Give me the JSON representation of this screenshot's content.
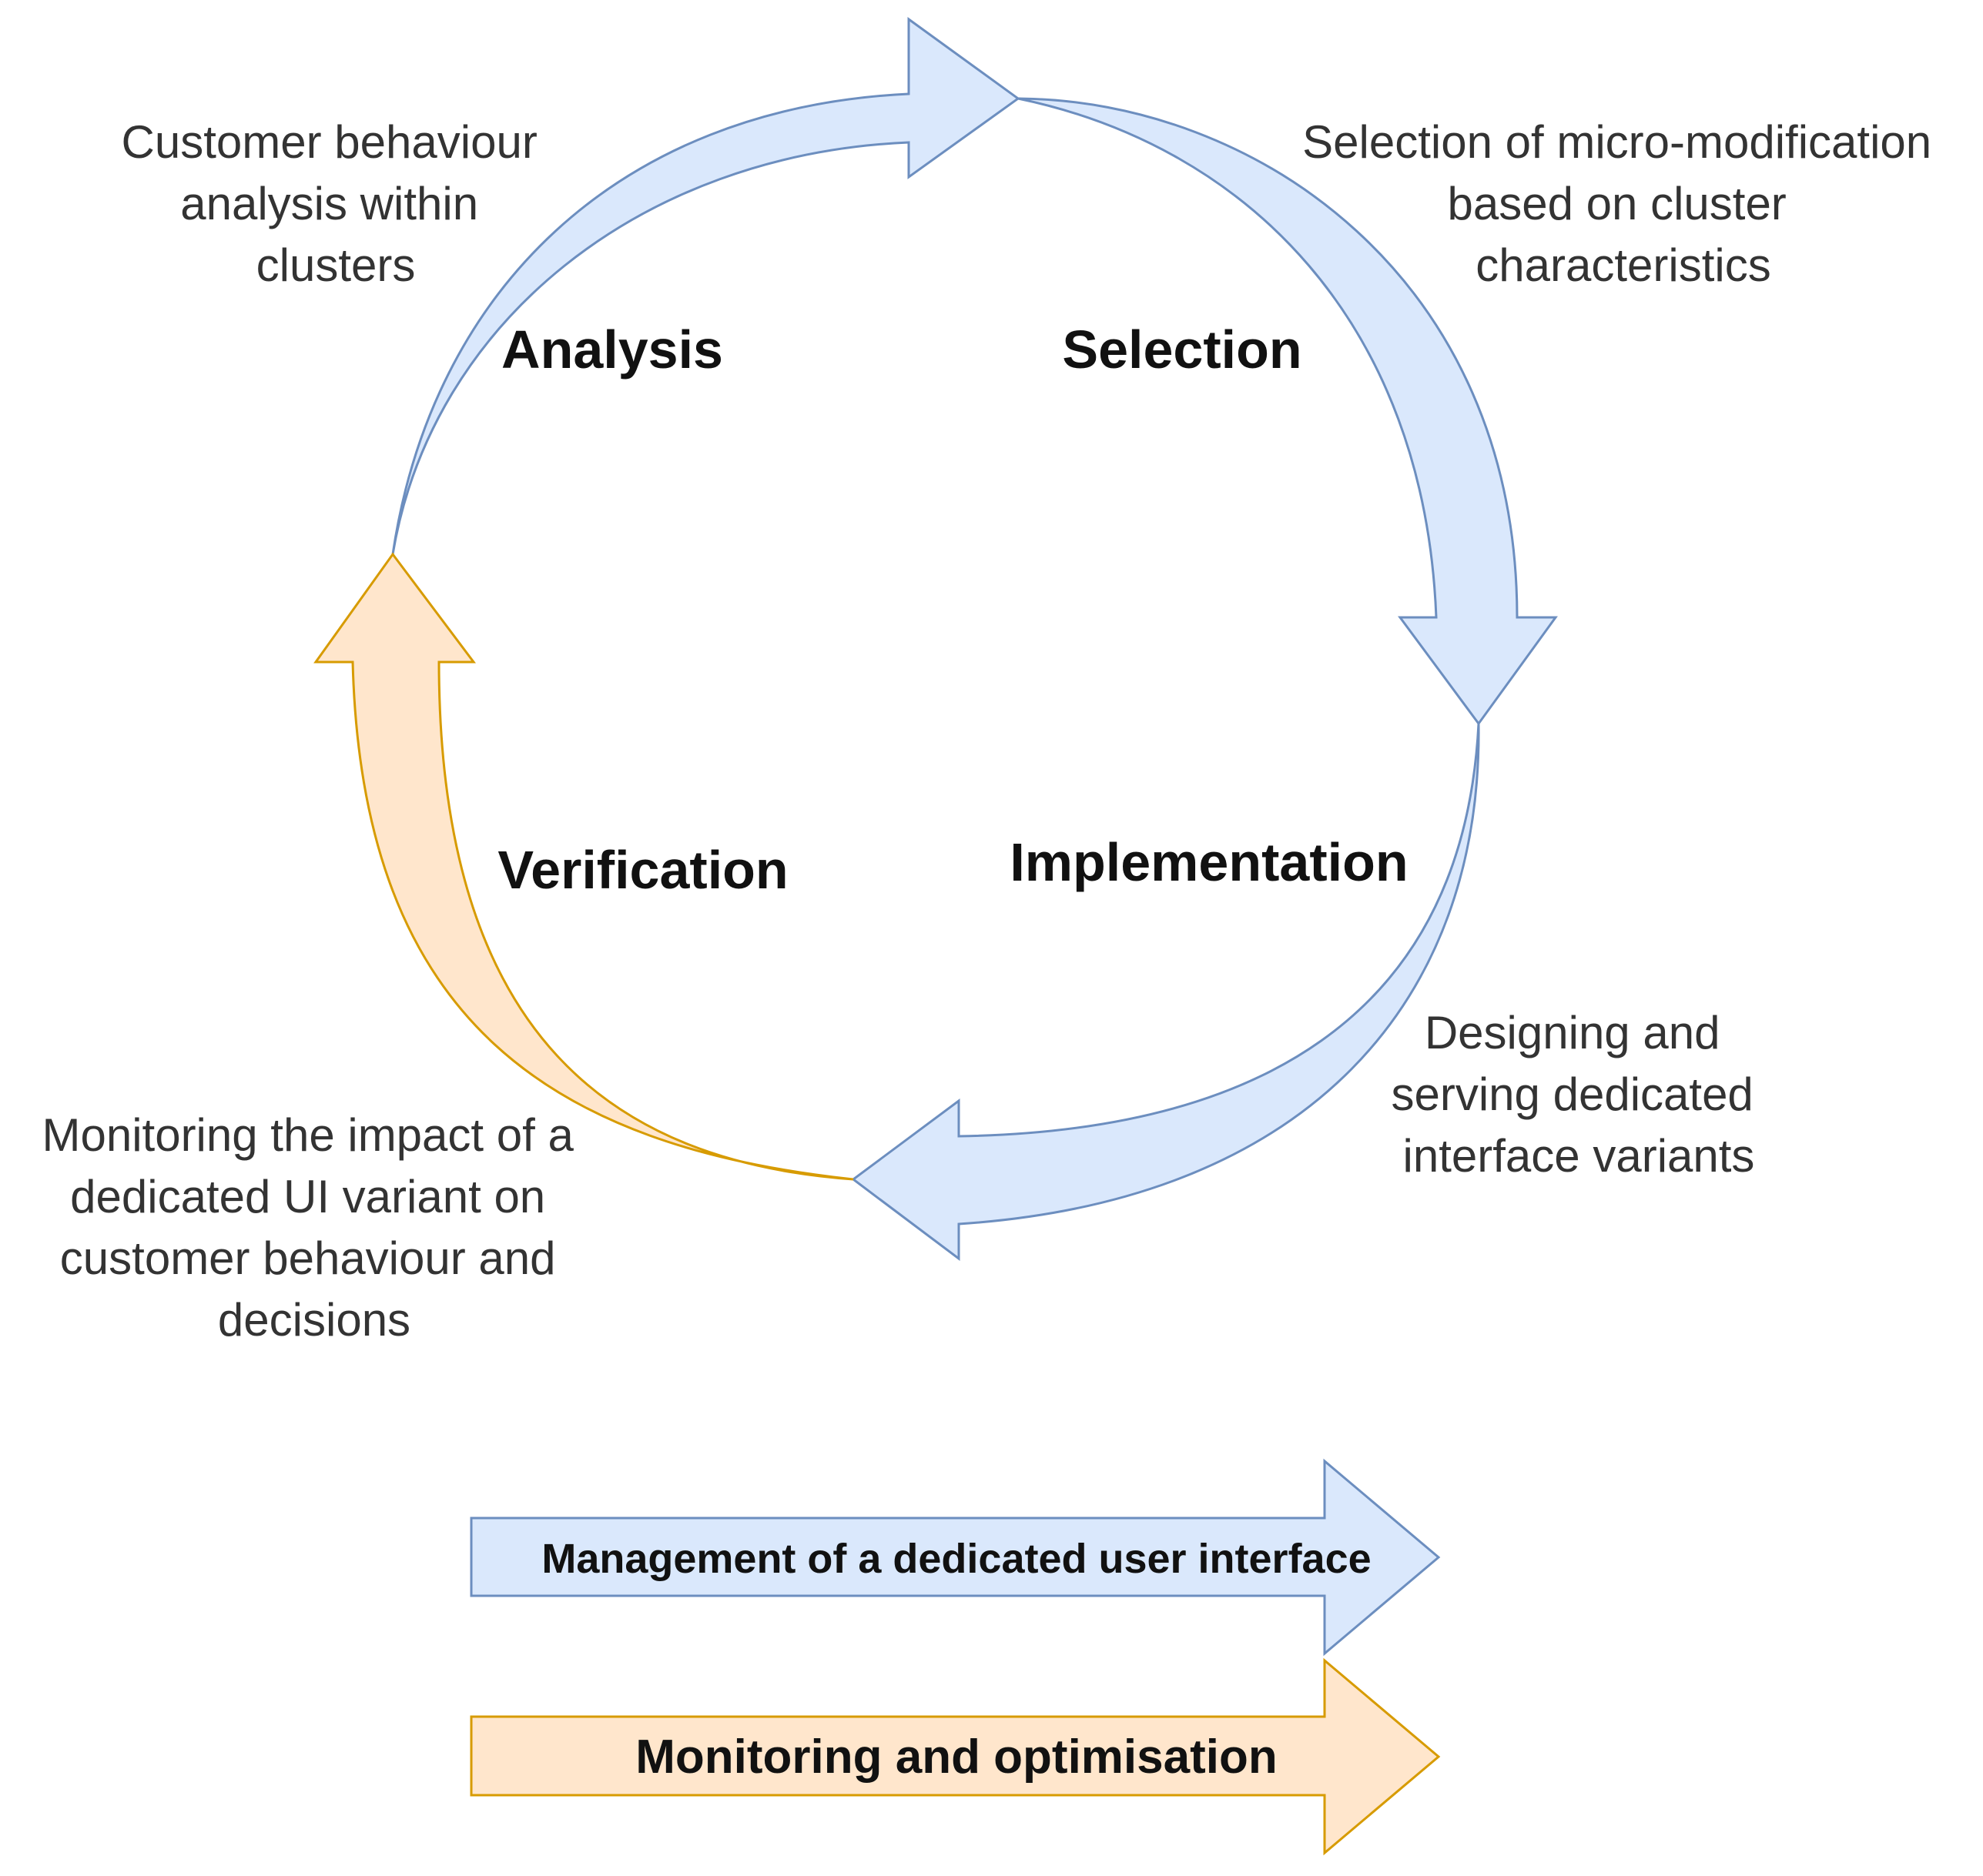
{
  "colors": {
    "blue_fill": "#dae8fc",
    "blue_stroke": "#6c8ebf",
    "orange_fill": "#ffe6cc",
    "orange_stroke": "#d79b00"
  },
  "cycle": {
    "analysis": {
      "title": "Analysis",
      "description": [
        "Customer behaviour",
        "analysis within",
        "clusters"
      ]
    },
    "selection": {
      "title": "Selection",
      "description": [
        "Selection of micro-modification",
        "based on cluster",
        "characteristics"
      ]
    },
    "implementation": {
      "title": "Implementation",
      "description": [
        "Designing and",
        "serving dedicated",
        "interface variants"
      ]
    },
    "verification": {
      "title": "Verification",
      "description": [
        "Monitoring the impact of a",
        "dedicated UI variant on",
        "customer behaviour and",
        "decisions"
      ]
    }
  },
  "legend": {
    "management": "Management of a dedicated user interface",
    "monitoring": "Monitoring and optimisation"
  }
}
